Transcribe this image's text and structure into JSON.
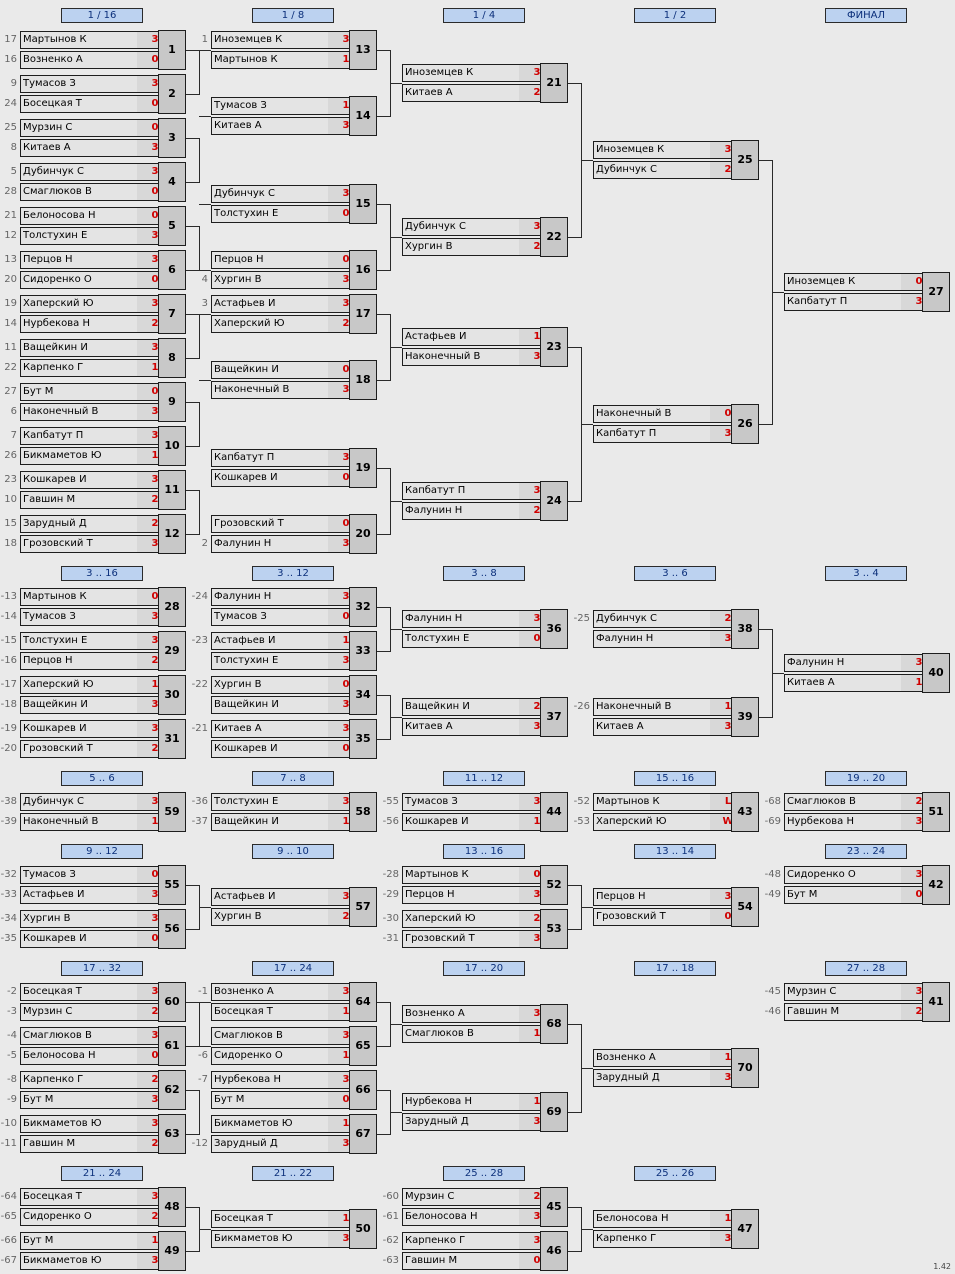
{
  "sections": [
    {
      "id": "r16",
      "title": "1 / 16"
    },
    {
      "id": "r8",
      "title": "1 / 8"
    },
    {
      "id": "r4",
      "title": "1 / 4"
    },
    {
      "id": "r2",
      "title": "1 / 2"
    },
    {
      "id": "fin",
      "title": "ФИНАЛ"
    },
    {
      "id": "s3_16",
      "title": "3 .. 16"
    },
    {
      "id": "s3_12",
      "title": "3 .. 12"
    },
    {
      "id": "s3_8",
      "title": "3 .. 8"
    },
    {
      "id": "s3_6",
      "title": "3 .. 6"
    },
    {
      "id": "s3_4",
      "title": "3 .. 4"
    },
    {
      "id": "s5_6",
      "title": "5 .. 6"
    },
    {
      "id": "s7_8",
      "title": "7 .. 8"
    },
    {
      "id": "s11_12",
      "title": "11 .. 12"
    },
    {
      "id": "s15_16",
      "title": "15 .. 16"
    },
    {
      "id": "s19_20",
      "title": "19 .. 20"
    },
    {
      "id": "s9_12",
      "title": "9 .. 12"
    },
    {
      "id": "s9_10",
      "title": "9 .. 10"
    },
    {
      "id": "s13_16",
      "title": "13 .. 16"
    },
    {
      "id": "s13_14",
      "title": "13 .. 14"
    },
    {
      "id": "s23_24",
      "title": "23 .. 24"
    },
    {
      "id": "s17_32",
      "title": "17 .. 32"
    },
    {
      "id": "s17_24",
      "title": "17 .. 24"
    },
    {
      "id": "s17_20",
      "title": "17 .. 20"
    },
    {
      "id": "s17_18",
      "title": "17 .. 18"
    },
    {
      "id": "s27_28",
      "title": "27 .. 28"
    },
    {
      "id": "s21_24",
      "title": "21 .. 24"
    },
    {
      "id": "s21_22",
      "title": "21 .. 22"
    },
    {
      "id": "s25_28",
      "title": "25 .. 28"
    },
    {
      "id": "s25_26",
      "title": "25 .. 26"
    }
  ],
  "matches": [
    {
      "no": "1",
      "p1": "Мартынов К",
      "s1": "3",
      "d1": "17",
      "p2": "Возненко А",
      "s2": "0",
      "d2": "16"
    },
    {
      "no": "2",
      "p1": "Тумасов З",
      "s1": "3",
      "d1": "9",
      "p2": "Босецкая Т",
      "s2": "0",
      "d2": "24"
    },
    {
      "no": "3",
      "p1": "Мурзин С",
      "s1": "0",
      "d1": "25",
      "p2": "Китаев А",
      "s2": "3",
      "d2": "8"
    },
    {
      "no": "4",
      "p1": "Дубинчук С",
      "s1": "3",
      "d1": "5",
      "p2": "Смаглюков В",
      "s2": "0",
      "d2": "28"
    },
    {
      "no": "5",
      "p1": "Белоносова Н",
      "s1": "0",
      "d1": "21",
      "p2": "Толстухин Е",
      "s2": "3",
      "d2": "12"
    },
    {
      "no": "6",
      "p1": "Перцов Н",
      "s1": "3",
      "d1": "13",
      "p2": "Сидоренко О",
      "s2": "0",
      "d2": "20"
    },
    {
      "no": "7",
      "p1": "Хаперский Ю",
      "s1": "3",
      "d1": "19",
      "p2": "Нурбекова Н",
      "s2": "2",
      "d2": "14"
    },
    {
      "no": "8",
      "p1": "Ващейкин И",
      "s1": "3",
      "d1": "11",
      "p2": "Карпенко Г",
      "s2": "1",
      "d2": "22"
    },
    {
      "no": "9",
      "p1": "Бут М",
      "s1": "0",
      "d1": "27",
      "p2": "Наконечный В",
      "s2": "3",
      "d2": "6"
    },
    {
      "no": "10",
      "p1": "Капбатут П",
      "s1": "3",
      "d1": "7",
      "p2": "Бикмаметов Ю",
      "s2": "1",
      "d2": "26"
    },
    {
      "no": "11",
      "p1": "Кошкарев И",
      "s1": "3",
      "d1": "23",
      "p2": "Гавшин М",
      "s2": "2",
      "d2": "10"
    },
    {
      "no": "12",
      "p1": "Зарудный Д",
      "s1": "2",
      "d1": "15",
      "p2": "Грозовский Т",
      "s2": "3",
      "d2": "18"
    },
    {
      "no": "13",
      "p1": "Иноземцев К",
      "s1": "3",
      "d1": "1",
      "p2": "Мартынов К",
      "s2": "1",
      "d2": ""
    },
    {
      "no": "14",
      "p1": "Тумасов З",
      "s1": "1",
      "d1": "",
      "p2": "Китаев А",
      "s2": "3",
      "d2": ""
    },
    {
      "no": "15",
      "p1": "Дубинчук С",
      "s1": "3",
      "d1": "",
      "p2": "Толстухин Е",
      "s2": "0",
      "d2": ""
    },
    {
      "no": "16",
      "p1": "Перцов Н",
      "s1": "0",
      "d1": "",
      "p2": "Хургин В",
      "s2": "3",
      "d2": "4"
    },
    {
      "no": "17",
      "p1": "Астафьев И",
      "s1": "3",
      "d1": "3",
      "p2": "Хаперский Ю",
      "s2": "2",
      "d2": ""
    },
    {
      "no": "18",
      "p1": "Ващейкин И",
      "s1": "0",
      "d1": "",
      "p2": "Наконечный В",
      "s2": "3",
      "d2": ""
    },
    {
      "no": "19",
      "p1": "Капбатут П",
      "s1": "3",
      "d1": "",
      "p2": "Кошкарев И",
      "s2": "0",
      "d2": ""
    },
    {
      "no": "20",
      "p1": "Грозовский Т",
      "s1": "0",
      "d1": "",
      "p2": "Фалунин Н",
      "s2": "3",
      "d2": "2"
    },
    {
      "no": "21",
      "p1": "Иноземцев К",
      "s1": "3",
      "d1": "",
      "p2": "Китаев А",
      "s2": "2",
      "d2": ""
    },
    {
      "no": "22",
      "p1": "Дубинчук С",
      "s1": "3",
      "d1": "",
      "p2": "Хургин В",
      "s2": "2",
      "d2": ""
    },
    {
      "no": "23",
      "p1": "Астафьев И",
      "s1": "1",
      "d1": "",
      "p2": "Наконечный В",
      "s2": "3",
      "d2": ""
    },
    {
      "no": "24",
      "p1": "Капбатут П",
      "s1": "3",
      "d1": "",
      "p2": "Фалунин Н",
      "s2": "2",
      "d2": ""
    },
    {
      "no": "25",
      "p1": "Иноземцев К",
      "s1": "3",
      "d1": "",
      "p2": "Дубинчук С",
      "s2": "2",
      "d2": ""
    },
    {
      "no": "26",
      "p1": "Наконечный В",
      "s1": "0",
      "d1": "",
      "p2": "Капбатут П",
      "s2": "3",
      "d2": ""
    },
    {
      "no": "27",
      "p1": "Иноземцев К",
      "s1": "0",
      "d1": "",
      "p2": "Капбатут П",
      "s2": "3",
      "d2": ""
    },
    {
      "no": "28",
      "p1": "Мартынов К",
      "s1": "0",
      "d1": "-13",
      "p2": "Тумасов З",
      "s2": "3",
      "d2": "-14"
    },
    {
      "no": "29",
      "p1": "Толстухин Е",
      "s1": "3",
      "d1": "-15",
      "p2": "Перцов Н",
      "s2": "2",
      "d2": "-16"
    },
    {
      "no": "30",
      "p1": "Хаперский Ю",
      "s1": "1",
      "d1": "-17",
      "p2": "Ващейкин И",
      "s2": "3",
      "d2": "-18"
    },
    {
      "no": "31",
      "p1": "Кошкарев И",
      "s1": "3",
      "d1": "-19",
      "p2": "Грозовский Т",
      "s2": "2",
      "d2": "-20"
    },
    {
      "no": "32",
      "p1": "Фалунин Н",
      "s1": "3",
      "d1": "-24",
      "p2": "Тумасов З",
      "s2": "0",
      "d2": ""
    },
    {
      "no": "33",
      "p1": "Астафьев И",
      "s1": "1",
      "d1": "-23",
      "p2": "Толстухин Е",
      "s2": "3",
      "d2": ""
    },
    {
      "no": "34",
      "p1": "Хургин В",
      "s1": "0",
      "d1": "-22",
      "p2": "Ващейкин И",
      "s2": "3",
      "d2": ""
    },
    {
      "no": "35",
      "p1": "Китаев А",
      "s1": "3",
      "d1": "-21",
      "p2": "Кошкарев И",
      "s2": "0",
      "d2": ""
    },
    {
      "no": "36",
      "p1": "Фалунин Н",
      "s1": "3",
      "d1": "",
      "p2": "Толстухин Е",
      "s2": "0",
      "d2": ""
    },
    {
      "no": "37",
      "p1": "Ващейкин И",
      "s1": "2",
      "d1": "",
      "p2": "Китаев А",
      "s2": "3",
      "d2": ""
    },
    {
      "no": "38",
      "p1": "Дубинчук С",
      "s1": "2",
      "d1": "-25",
      "p2": "Фалунин Н",
      "s2": "3",
      "d2": ""
    },
    {
      "no": "39",
      "p1": "Наконечный В",
      "s1": "1",
      "d1": "-26",
      "p2": "Китаев А",
      "s2": "3",
      "d2": ""
    },
    {
      "no": "40",
      "p1": "Фалунин Н",
      "s1": "3",
      "d1": "",
      "p2": "Китаев А",
      "s2": "1",
      "d2": ""
    },
    {
      "no": "59",
      "p1": "Дубинчук С",
      "s1": "3",
      "d1": "-38",
      "p2": "Наконечный В",
      "s2": "1",
      "d2": "-39"
    },
    {
      "no": "58",
      "p1": "Толстухин Е",
      "s1": "3",
      "d1": "-36",
      "p2": "Ващейкин И",
      "s2": "1",
      "d2": "-37"
    },
    {
      "no": "44",
      "p1": "Тумасов З",
      "s1": "3",
      "d1": "-55",
      "p2": "Кошкарев И",
      "s2": "1",
      "d2": "-56"
    },
    {
      "no": "43",
      "p1": "Мартынов К",
      "s1": "L",
      "d1": "-52",
      "p2": "Хаперский Ю",
      "s2": "W",
      "d2": "-53"
    },
    {
      "no": "51",
      "p1": "Смаглюков В",
      "s1": "2",
      "d1": "-68",
      "p2": "Нурбекова Н",
      "s2": "3",
      "d2": "-69"
    },
    {
      "no": "55",
      "p1": "Тумасов З",
      "s1": "0",
      "d1": "-32",
      "p2": "Астафьев И",
      "s2": "3",
      "d2": "-33"
    },
    {
      "no": "56",
      "p1": "Хургин В",
      "s1": "3",
      "d1": "-34",
      "p2": "Кошкарев И",
      "s2": "0",
      "d2": "-35"
    },
    {
      "no": "57",
      "p1": "Астафьев И",
      "s1": "3",
      "d1": "",
      "p2": "Хургин В",
      "s2": "2",
      "d2": ""
    },
    {
      "no": "52",
      "p1": "Мартынов К",
      "s1": "0",
      "d1": "-28",
      "p2": "Перцов Н",
      "s2": "3",
      "d2": "-29"
    },
    {
      "no": "53",
      "p1": "Хаперский Ю",
      "s1": "2",
      "d1": "-30",
      "p2": "Грозовский Т",
      "s2": "3",
      "d2": "-31"
    },
    {
      "no": "54",
      "p1": "Перцов Н",
      "s1": "3",
      "d1": "",
      "p2": "Грозовский Т",
      "s2": "0",
      "d2": ""
    },
    {
      "no": "42",
      "p1": "Сидоренко О",
      "s1": "3",
      "d1": "-48",
      "p2": "Бут М",
      "s2": "0",
      "d2": "-49"
    },
    {
      "no": "60",
      "p1": "Босецкая Т",
      "s1": "3",
      "d1": "-2",
      "p2": "Мурзин С",
      "s2": "2",
      "d2": "-3"
    },
    {
      "no": "61",
      "p1": "Смаглюков В",
      "s1": "3",
      "d1": "-4",
      "p2": "Белоносова Н",
      "s2": "0",
      "d2": "-5"
    },
    {
      "no": "62",
      "p1": "Карпенко Г",
      "s1": "2",
      "d1": "-8",
      "p2": "Бут М",
      "s2": "3",
      "d2": "-9"
    },
    {
      "no": "63",
      "p1": "Бикмаметов Ю",
      "s1": "3",
      "d1": "-10",
      "p2": "Гавшин М",
      "s2": "2",
      "d2": "-11"
    },
    {
      "no": "64",
      "p1": "Возненко А",
      "s1": "3",
      "d1": "-1",
      "p2": "Босецкая Т",
      "s2": "1",
      "d2": ""
    },
    {
      "no": "65",
      "p1": "Смаглюков В",
      "s1": "3",
      "d1": "",
      "p2": "Сидоренко О",
      "s2": "1",
      "d2": "-6"
    },
    {
      "no": "66",
      "p1": "Нурбекова Н",
      "s1": "3",
      "d1": "-7",
      "p2": "Бут М",
      "s2": "0",
      "d2": ""
    },
    {
      "no": "67",
      "p1": "Бикмаметов Ю",
      "s1": "1",
      "d1": "",
      "p2": "Зарудный Д",
      "s2": "3",
      "d2": "-12"
    },
    {
      "no": "68",
      "p1": "Возненко А",
      "s1": "3",
      "d1": "",
      "p2": "Смаглюков В",
      "s2": "1",
      "d2": ""
    },
    {
      "no": "69",
      "p1": "Нурбекова Н",
      "s1": "1",
      "d1": "",
      "p2": "Зарудный Д",
      "s2": "3",
      "d2": ""
    },
    {
      "no": "70",
      "p1": "Возненко А",
      "s1": "1",
      "d1": "",
      "p2": "Зарудный Д",
      "s2": "3",
      "d2": ""
    },
    {
      "no": "41",
      "p1": "Мурзин С",
      "s1": "3",
      "d1": "-45",
      "p2": "Гавшин М",
      "s2": "2",
      "d2": "-46"
    },
    {
      "no": "48",
      "p1": "Босецкая Т",
      "s1": "3",
      "d1": "-64",
      "p2": "Сидоренко О",
      "s2": "2",
      "d2": "-65"
    },
    {
      "no": "49",
      "p1": "Бут М",
      "s1": "1",
      "d1": "-66",
      "p2": "Бикмаметов Ю",
      "s2": "3",
      "d2": "-67"
    },
    {
      "no": "50",
      "p1": "Босецкая Т",
      "s1": "1",
      "d1": "",
      "p2": "Бикмаметов Ю",
      "s2": "3",
      "d2": ""
    },
    {
      "no": "45",
      "p1": "Мурзин С",
      "s1": "2",
      "d1": "-60",
      "p2": "Белоносова Н",
      "s2": "3",
      "d2": "-61"
    },
    {
      "no": "46",
      "p1": "Карпенко Г",
      "s1": "3",
      "d1": "-62",
      "p2": "Гавшин М",
      "s2": "0",
      "d2": "-63"
    },
    {
      "no": "47",
      "p1": "Белоносова Н",
      "s1": "1",
      "d1": "",
      "p2": "Карпенко Г",
      "s2": "3",
      "d2": ""
    }
  ],
  "version": "1.42"
}
